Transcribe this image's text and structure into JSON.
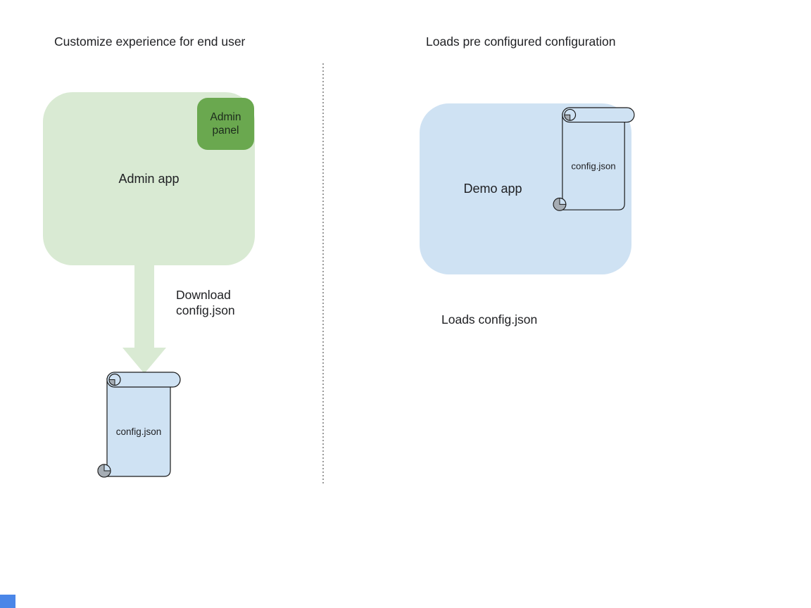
{
  "left_section": {
    "title": "Customize experience for end user",
    "admin_app": {
      "label": "Admin app"
    },
    "admin_panel": {
      "label": "Admin panel"
    },
    "arrow_label": "Download\nconfig.json",
    "config_file": {
      "label": "config.json"
    }
  },
  "right_section": {
    "title": "Loads pre configured configuration",
    "demo_app": {
      "label": "Demo app"
    },
    "config_file": {
      "label": "config.json"
    },
    "caption": "Loads config.json"
  },
  "icons": {
    "config_file_shape": "scroll-icon",
    "arrow_shape": "down-arrow-icon"
  },
  "colors": {
    "admin_app_fill": "#d9ead3",
    "admin_panel_fill": "#6aa84f",
    "demo_app_fill": "#cfe2f3",
    "scroll_fill": "#cfe2f3",
    "scroll_curl_fill": "#a6adb4",
    "arrow_fill": "#d9ead3",
    "stroke": "#1a1a1a",
    "text": "#202124",
    "divider": "#9a9a9a",
    "blue_square": "#4a86e8"
  }
}
